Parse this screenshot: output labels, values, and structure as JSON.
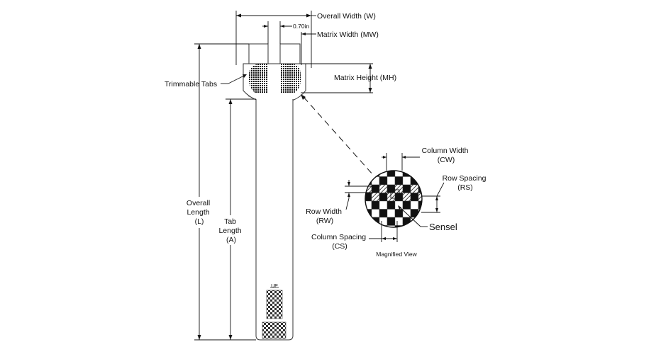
{
  "labels": {
    "overall_width": "Overall Width (W)",
    "dim_070": "0.70in",
    "matrix_width": "Matrix Width (MW)",
    "matrix_height": "Matrix Height (MH)",
    "trimmable_tabs": "Trimmable Tabs",
    "overall_length": [
      "Overall",
      "Length",
      "(L)"
    ],
    "tab_length": [
      "Tab",
      "Length",
      "(A)"
    ],
    "column_width": [
      "Column Width",
      "(CW)"
    ],
    "row_spacing": [
      "Row Spacing",
      "(RS)"
    ],
    "row_width": [
      "Row Width",
      "(RW)"
    ],
    "sensel": "Sensel",
    "column_spacing": [
      "Column Spacing",
      "(CS)"
    ],
    "magnified_view": "Magnified View",
    "up_mark": "UP"
  }
}
